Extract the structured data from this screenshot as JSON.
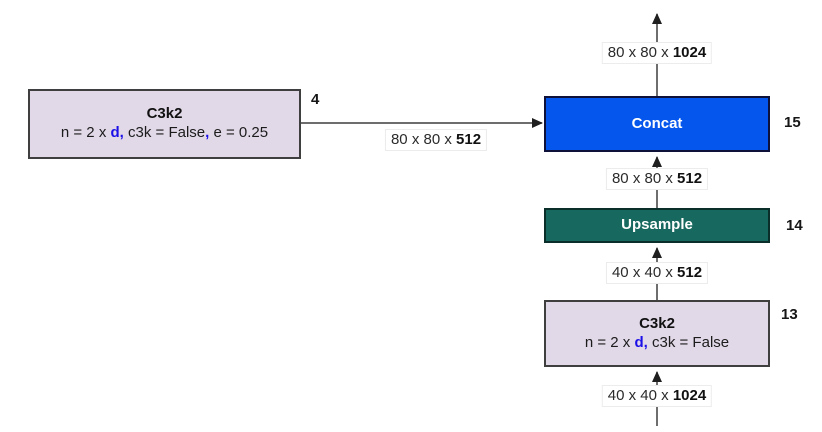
{
  "colors": {
    "lavender": "#E1D8E8",
    "blue": "#0556EC",
    "teal": "#17695F",
    "accent": "#1C10E8"
  },
  "nodes": {
    "c3k2_4": {
      "title": "C3k2",
      "index": "4",
      "params": {
        "pre": "n = 2 x ",
        "d": "d,",
        "mid": " c3k = False",
        "comma": ",",
        "post": " e = 0.25"
      }
    },
    "concat_15": {
      "title": "Concat",
      "index": "15"
    },
    "upsample_14": {
      "title": "Upsample",
      "index": "14"
    },
    "c3k2_13": {
      "title": "C3k2",
      "index": "13",
      "params": {
        "pre": "n = 2 x ",
        "d": "d,",
        "post": " c3k = False"
      }
    }
  },
  "labels": {
    "output_top": {
      "pre": "80 x 80 x ",
      "bold": "1024"
    },
    "skip_connection": {
      "pre": "80 x 80 x ",
      "bold": "512"
    },
    "concat_input": {
      "pre": "80 x 80 x ",
      "bold": "512"
    },
    "upsample_input": {
      "pre": "40 x 40 x ",
      "bold": "512"
    },
    "c3k2_input": {
      "pre": "40 x 40 x ",
      "bold": "1024"
    }
  }
}
